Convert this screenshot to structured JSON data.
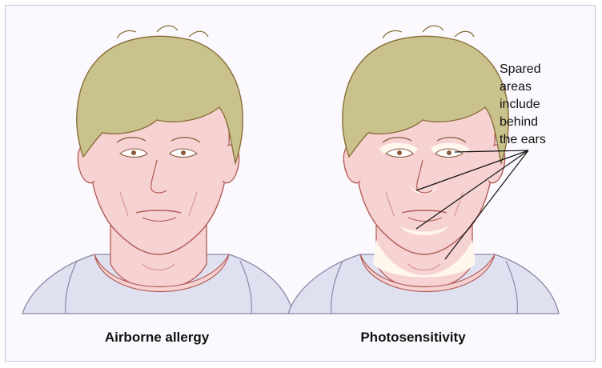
{
  "figure": {
    "left_caption": "Airborne allergy",
    "right_caption": "Photosensitivity",
    "annotation_lines": [
      "Spared",
      "areas",
      "include",
      "behind",
      "the ears"
    ]
  },
  "colors": {
    "skin": "#f6d2d2",
    "skin_outline": "#b25a55",
    "hair": "#c9c28c",
    "hair_outline": "#8a6e3a",
    "collar": "#dfe1f1",
    "spared_area": "#fff6ee",
    "frame": "#c9c0d9"
  }
}
